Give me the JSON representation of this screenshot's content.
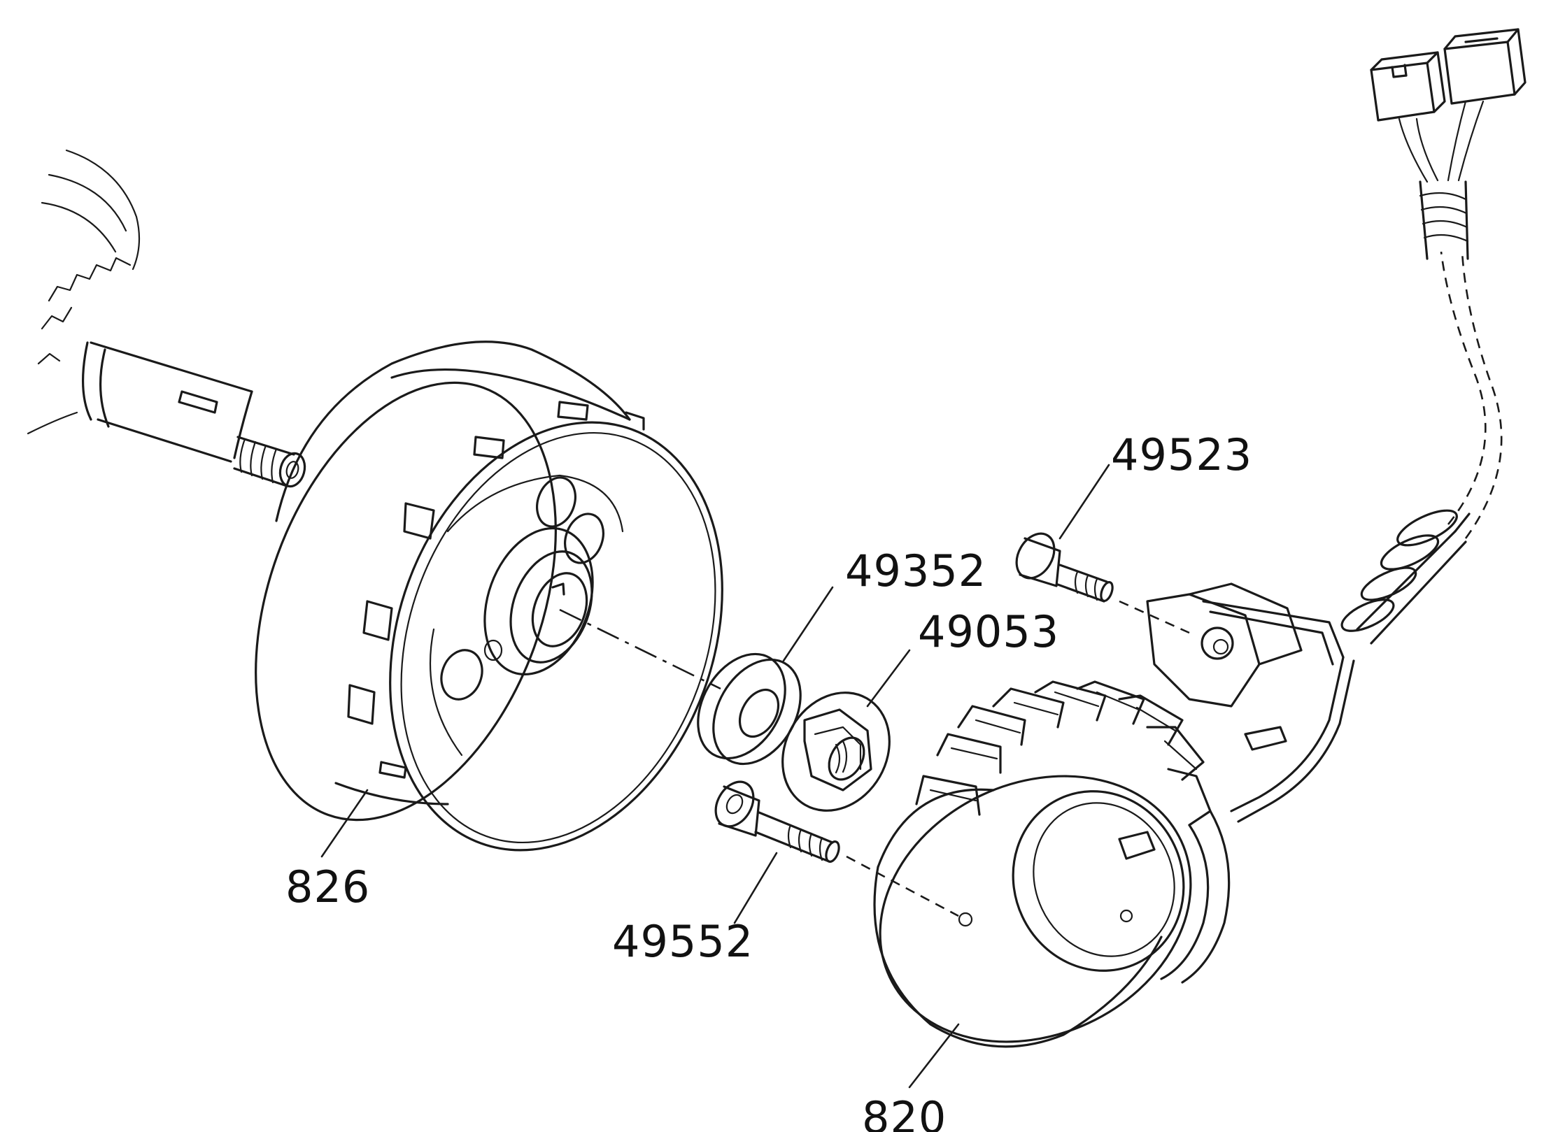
{
  "labels": {
    "flywheel": "826",
    "stator": "820",
    "stator_screw": "49523",
    "washer": "49352",
    "nut": "49053",
    "bolt": "49552"
  },
  "colors": {
    "ink": "#1a1a1a",
    "paper": "#ffffff"
  }
}
